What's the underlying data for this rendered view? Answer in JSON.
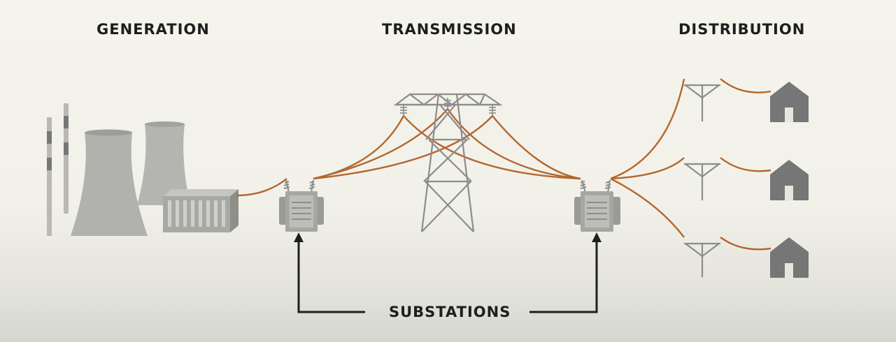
{
  "headings": {
    "generation": "GENERATION",
    "transmission": "TRANSMISSION",
    "distribution": "DISTRIBUTION"
  },
  "callout": {
    "substations": "SUBSTATIONS"
  },
  "colors": {
    "wire": "#b5652e",
    "structure": "#8c8c8c",
    "building": "#767676",
    "text": "#1e1e1e"
  }
}
